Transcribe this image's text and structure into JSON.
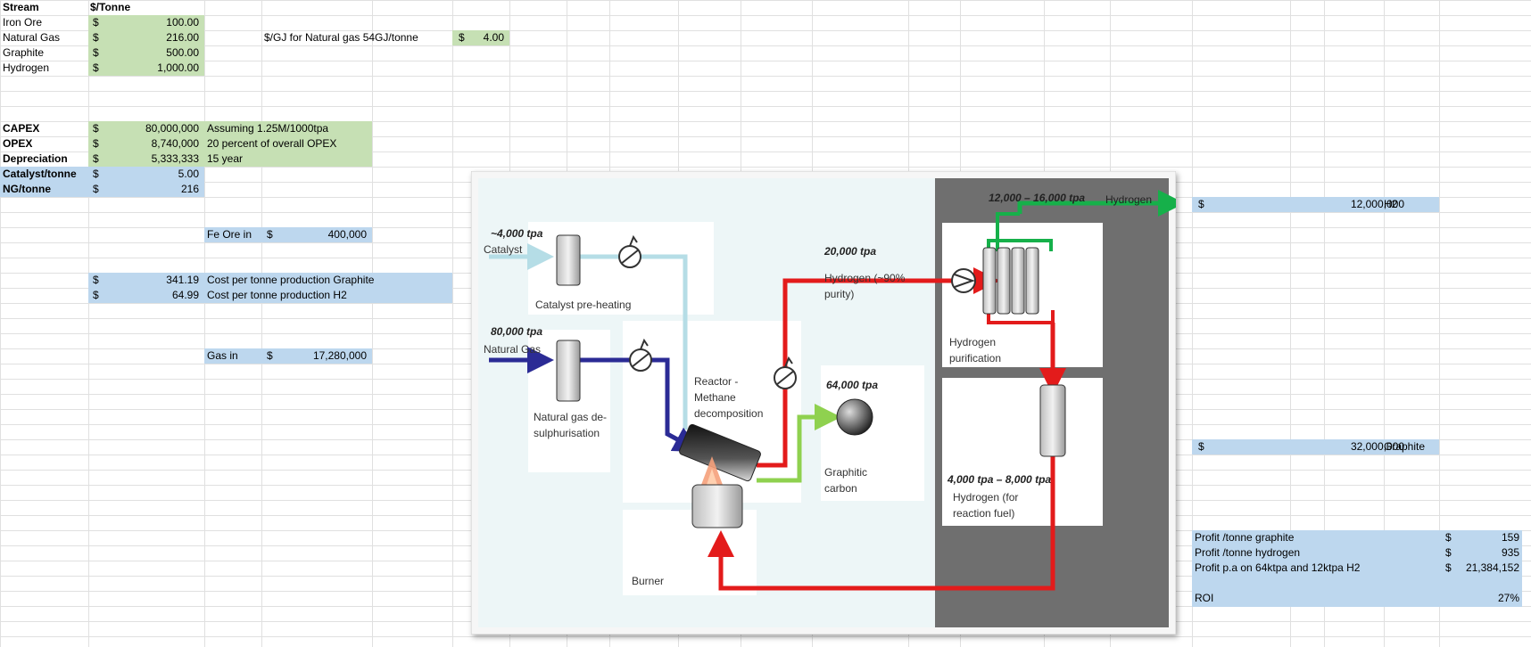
{
  "prices": {
    "header_stream": "Stream",
    "header_price": "$/Tonne",
    "rows": [
      {
        "name": "Iron Ore",
        "currency": "$",
        "value": "100.00"
      },
      {
        "name": "Natural Gas",
        "currency": "$",
        "value": "216.00"
      },
      {
        "name": "Graphite",
        "currency": "$",
        "value": "500.00"
      },
      {
        "name": "Hydrogen",
        "currency": "$",
        "value": "1,000.00"
      }
    ],
    "gj_label": "$/GJ for Natural gas 54GJ/tonne",
    "gj_currency": "$",
    "gj_value": "4.00"
  },
  "costs": {
    "rows": [
      {
        "name": "CAPEX",
        "currency": "$",
        "value": "80,000,000",
        "note": "Assuming 1.25M/1000tpa"
      },
      {
        "name": "OPEX",
        "currency": "$",
        "value": "8,740,000",
        "note": "20 percent of overall OPEX"
      },
      {
        "name": "Depreciation",
        "currency": "$",
        "value": "5,333,333",
        "note": "15 year"
      },
      {
        "name": "Catalyst/tonne",
        "currency": "$",
        "value": "5.00",
        "note": ""
      },
      {
        "name": "NG/tonne",
        "currency": "$",
        "value": "216",
        "note": ""
      }
    ]
  },
  "inputs": {
    "fe_ore_label": "Fe Ore in",
    "fe_ore_currency": "$",
    "fe_ore_value": "400,000",
    "gas_label": "Gas in",
    "gas_currency": "$",
    "gas_value": "17,280,000"
  },
  "production": {
    "rows": [
      {
        "currency": "$",
        "value": "341.19",
        "label": "Cost per tonne production Graphite"
      },
      {
        "currency": "$",
        "value": "64.99",
        "label": "Cost per tonne production H2"
      }
    ]
  },
  "revenue": {
    "h2_currency": "$",
    "h2_value": "12,000,000",
    "h2_label": "H2",
    "graphite_currency": "$",
    "graphite_value": "32,000,000",
    "graphite_label": "Graphite"
  },
  "profit": {
    "rows": [
      {
        "label": "Profit /tonne graphite",
        "currency": "$",
        "value": "159"
      },
      {
        "label": "Profit /tonne hydrogen",
        "currency": "$",
        "value": "935"
      },
      {
        "label": "Profit p.a on 64ktpa and 12ktpa H2",
        "currency": "$",
        "value": "21,384,152"
      }
    ],
    "roi_label": "ROI",
    "roi_value": "27%"
  },
  "diagram": {
    "catalyst_tpa": "~4,000 tpa",
    "catalyst": "Catalyst",
    "catalyst_preheat": "Catalyst pre-heating",
    "ng_tpa": "80,000 tpa",
    "natural_gas": "Natural Gas",
    "desulph_1": "Natural gas de-",
    "desulph_2": "sulphurisation",
    "reactor_1": "Reactor -",
    "reactor_2": "Methane",
    "reactor_3": "decomposition",
    "h2_crude_tpa": "20,000 tpa",
    "h2_crude_1": "Hydrogen (~90%",
    "h2_crude_2": "purity)",
    "carbon_tpa": "64,000 tpa",
    "carbon_1": "Graphitic",
    "carbon_2": "carbon",
    "burner": "Burner",
    "h2_out_tpa": "12,000 – 16,000 tpa",
    "h2_out": "Hydrogen",
    "purif_1": "Hydrogen",
    "purif_2": "purification",
    "fuel_tpa": "4,000 tpa – 8,000 tpa",
    "fuel_1": "Hydrogen (for",
    "fuel_2": "reaction fuel)"
  },
  "colors": {
    "green_fill": "#c6e0b4",
    "blue_fill": "#bdd7ee",
    "hydrogen_line": "#e31b1b",
    "purified_line": "#16b04a",
    "catalyst_line": "#b5dde6",
    "gas_line": "#2b2b95",
    "carbon_line": "#8fd14f"
  }
}
